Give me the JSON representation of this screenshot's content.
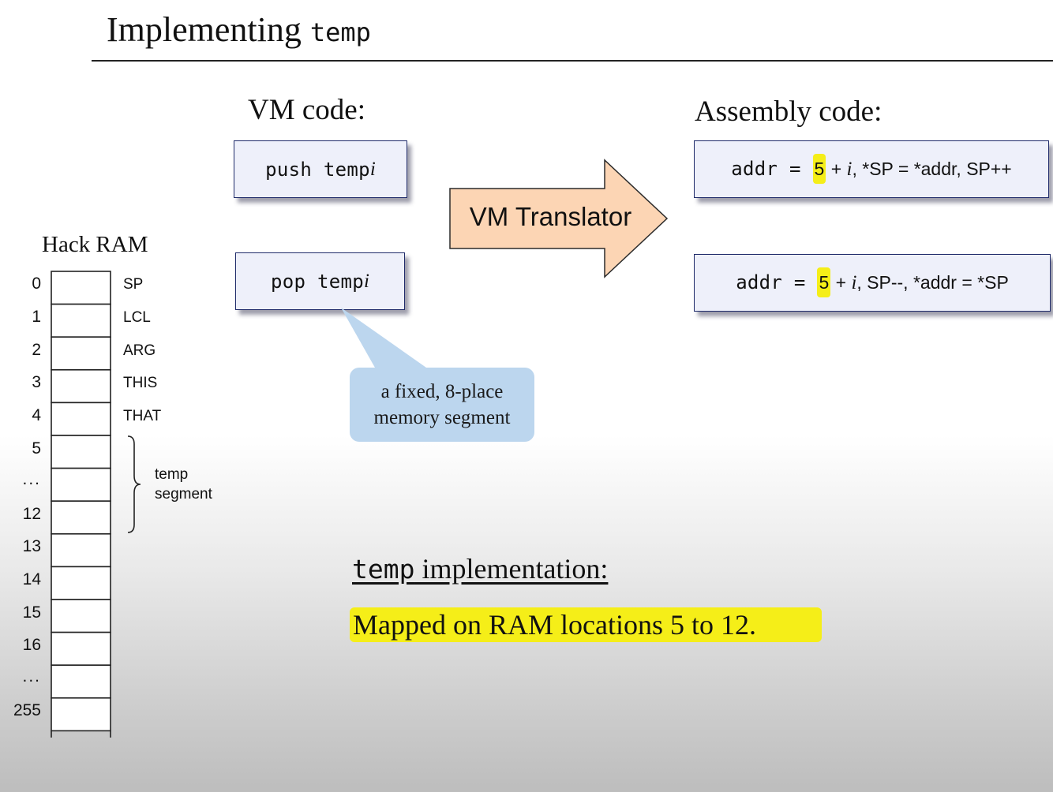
{
  "title": {
    "text": "Implementing ",
    "code": "temp"
  },
  "vm_heading": "VM code:",
  "asm_heading": "Assembly code:",
  "vm_code": {
    "push": {
      "code": "push temp ",
      "var": "i"
    },
    "pop": {
      "code": "pop temp ",
      "var": "i"
    }
  },
  "translator_label": "VM Translator",
  "asm_code": {
    "push": {
      "pre": "addr = ",
      "base": "5",
      "plus": " + ",
      "var": "i",
      "post": ", *SP = *addr, SP++"
    },
    "pop": {
      "pre": "addr = ",
      "base": "5",
      "plus": " + ",
      "var": "i",
      "post": ", SP--, *addr = *SP"
    }
  },
  "callout": {
    "line1": "a fixed, 8-place",
    "line2": "memory segment"
  },
  "ram": {
    "title": "Hack RAM",
    "indices": [
      "0",
      "1",
      "2",
      "3",
      "4",
      "5",
      "...",
      "12",
      "13",
      "14",
      "15",
      "16",
      "...",
      "255"
    ],
    "registers": [
      "SP",
      "LCL",
      "ARG",
      "THIS",
      "THAT"
    ],
    "temp_label": {
      "line1": "temp",
      "line2": "segment"
    }
  },
  "implementation": {
    "title_code": "temp",
    "title_text": " implementation:",
    "text": "Mapped on RAM locations 5 to 12."
  },
  "colors": {
    "highlight": "#f5ee18",
    "code_box_fill": "#eef0fa",
    "code_box_border": "#1f2b6a",
    "arrow_fill": "#fcd5b4",
    "callout_fill": "#bcd6ee"
  }
}
